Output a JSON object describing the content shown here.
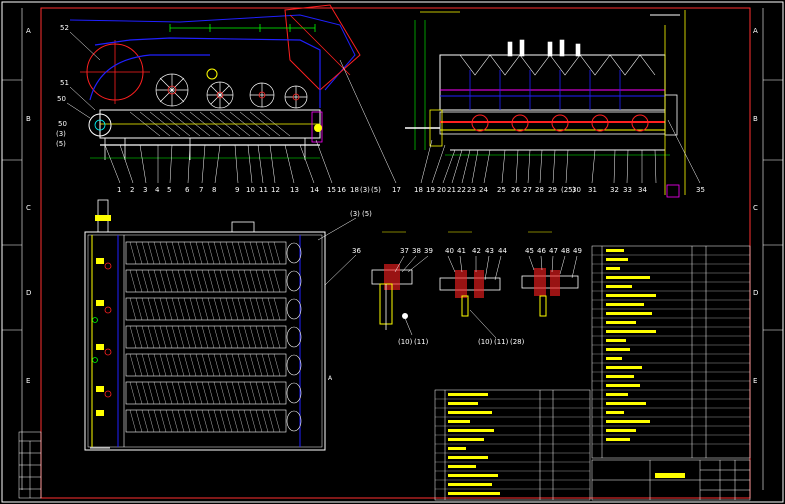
{
  "border": {
    "row_letters": [
      "A",
      "B",
      "C",
      "D",
      "E"
    ],
    "colors": {
      "frame": "#ffffff",
      "inner": "#ff0000"
    }
  },
  "callouts": {
    "front_view": [
      "52",
      "51",
      "50",
      "(3)",
      "(5)"
    ],
    "bottom_row": [
      "1",
      "2",
      "3",
      "4",
      "5",
      "6",
      "7",
      "8",
      "9",
      "10",
      "11",
      "12",
      "13",
      "14",
      "15",
      "16",
      "18",
      "(3)",
      "(5)",
      "17"
    ],
    "side_view": [
      "18",
      "19",
      "20",
      "21",
      "22",
      "23",
      "24",
      "25",
      "26",
      "27",
      "28",
      "29",
      "(25)",
      "30",
      "31",
      "32",
      "33",
      "34",
      "35"
    ],
    "plan_view": [
      "(3)",
      "(5)",
      "36"
    ],
    "sections_top": [
      "37",
      "38",
      "39",
      "40",
      "41",
      "42",
      "43",
      "44",
      "45",
      "46",
      "47",
      "48",
      "49"
    ],
    "sections_bottom": [
      "(10)",
      "(11)",
      "(10)",
      "(11)",
      "(28)"
    ]
  },
  "view_marks": {
    "arrow_letter": "A"
  },
  "colors": {
    "blue": "#2020ff",
    "yellow": "#ffff00",
    "green": "#00ff00",
    "red": "#ff2020",
    "magenta": "#ff00ff",
    "cyan": "#00ffff",
    "white": "#ffffff"
  }
}
